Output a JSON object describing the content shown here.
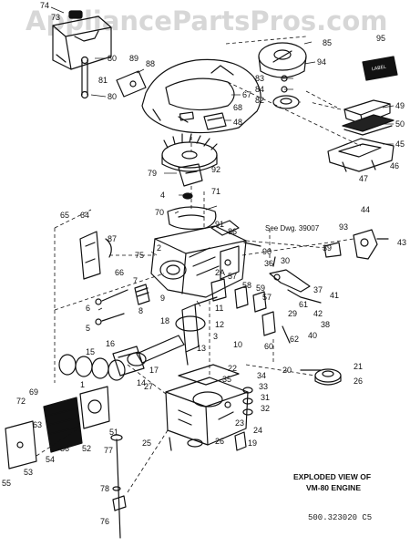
{
  "watermark": "AppliancePartsPros.com",
  "caption": {
    "line1": "EXPLODED VIEW OF",
    "line2": "VM-80 ENGINE"
  },
  "part_number": "500.323020  C5",
  "see_drawing": "See Dwg. 39007",
  "label_tag": "LABEL",
  "callouts": [
    {
      "id": "74",
      "text": "74"
    },
    {
      "id": "73",
      "text": "73"
    },
    {
      "id": "80a",
      "text": "80"
    },
    {
      "id": "81",
      "text": "81"
    },
    {
      "id": "80b",
      "text": "80"
    },
    {
      "id": "89",
      "text": "89"
    },
    {
      "id": "88",
      "text": "88"
    },
    {
      "id": "67",
      "text": "67"
    },
    {
      "id": "68",
      "text": "68"
    },
    {
      "id": "48",
      "text": "48"
    },
    {
      "id": "85",
      "text": "85"
    },
    {
      "id": "94",
      "text": "94"
    },
    {
      "id": "95",
      "text": "95"
    },
    {
      "id": "83",
      "text": "83"
    },
    {
      "id": "84",
      "text": "84"
    },
    {
      "id": "82",
      "text": "82"
    },
    {
      "id": "49",
      "text": "49"
    },
    {
      "id": "50",
      "text": "50"
    },
    {
      "id": "45",
      "text": "45"
    },
    {
      "id": "46",
      "text": "46"
    },
    {
      "id": "47",
      "text": "47"
    },
    {
      "id": "79",
      "text": "79"
    },
    {
      "id": "92",
      "text": "92"
    },
    {
      "id": "71",
      "text": "71"
    },
    {
      "id": "4",
      "text": "4"
    },
    {
      "id": "70",
      "text": "70"
    },
    {
      "id": "65",
      "text": "65"
    },
    {
      "id": "64",
      "text": "64"
    },
    {
      "id": "91",
      "text": "91"
    },
    {
      "id": "86",
      "text": "86"
    },
    {
      "id": "44",
      "text": "44"
    },
    {
      "id": "93",
      "text": "93"
    },
    {
      "id": "43",
      "text": "43"
    },
    {
      "id": "87",
      "text": "87"
    },
    {
      "id": "75",
      "text": "75"
    },
    {
      "id": "2",
      "text": "2"
    },
    {
      "id": "90",
      "text": "90"
    },
    {
      "id": "39",
      "text": "39"
    },
    {
      "id": "36",
      "text": "36"
    },
    {
      "id": "30",
      "text": "30"
    },
    {
      "id": "66",
      "text": "66"
    },
    {
      "id": "2A",
      "text": "2A"
    },
    {
      "id": "57a",
      "text": "57"
    },
    {
      "id": "58",
      "text": "58"
    },
    {
      "id": "59",
      "text": "59"
    },
    {
      "id": "57b",
      "text": "57"
    },
    {
      "id": "37",
      "text": "37"
    },
    {
      "id": "41",
      "text": "41"
    },
    {
      "id": "7",
      "text": "7"
    },
    {
      "id": "9",
      "text": "9"
    },
    {
      "id": "8",
      "text": "8"
    },
    {
      "id": "61",
      "text": "61"
    },
    {
      "id": "29",
      "text": "29"
    },
    {
      "id": "42",
      "text": "42"
    },
    {
      "id": "6",
      "text": "6"
    },
    {
      "id": "11",
      "text": "11"
    },
    {
      "id": "18",
      "text": "18"
    },
    {
      "id": "5",
      "text": "5"
    },
    {
      "id": "12",
      "text": "12"
    },
    {
      "id": "3",
      "text": "3"
    },
    {
      "id": "10",
      "text": "10"
    },
    {
      "id": "38",
      "text": "38"
    },
    {
      "id": "40",
      "text": "40"
    },
    {
      "id": "60",
      "text": "60"
    },
    {
      "id": "62",
      "text": "62"
    },
    {
      "id": "16",
      "text": "16"
    },
    {
      "id": "13",
      "text": "13"
    },
    {
      "id": "15",
      "text": "15"
    },
    {
      "id": "17",
      "text": "17"
    },
    {
      "id": "14",
      "text": "14"
    },
    {
      "id": "21",
      "text": "21"
    },
    {
      "id": "20",
      "text": "20"
    },
    {
      "id": "26a",
      "text": "26"
    },
    {
      "id": "22",
      "text": "22"
    },
    {
      "id": "35",
      "text": "35"
    },
    {
      "id": "34",
      "text": "34"
    },
    {
      "id": "33",
      "text": "33"
    },
    {
      "id": "31",
      "text": "31"
    },
    {
      "id": "32",
      "text": "32"
    },
    {
      "id": "69",
      "text": "69"
    },
    {
      "id": "72",
      "text": "72"
    },
    {
      "id": "27",
      "text": "27"
    },
    {
      "id": "1",
      "text": "1"
    },
    {
      "id": "63",
      "text": "63"
    },
    {
      "id": "51",
      "text": "51"
    },
    {
      "id": "23",
      "text": "23"
    },
    {
      "id": "24",
      "text": "24"
    },
    {
      "id": "56",
      "text": "56"
    },
    {
      "id": "52",
      "text": "52"
    },
    {
      "id": "25",
      "text": "25"
    },
    {
      "id": "26b",
      "text": "26"
    },
    {
      "id": "19",
      "text": "19"
    },
    {
      "id": "77",
      "text": "77"
    },
    {
      "id": "54",
      "text": "54"
    },
    {
      "id": "53",
      "text": "53"
    },
    {
      "id": "55",
      "text": "55"
    },
    {
      "id": "78",
      "text": "78"
    },
    {
      "id": "76",
      "text": "76"
    }
  ]
}
